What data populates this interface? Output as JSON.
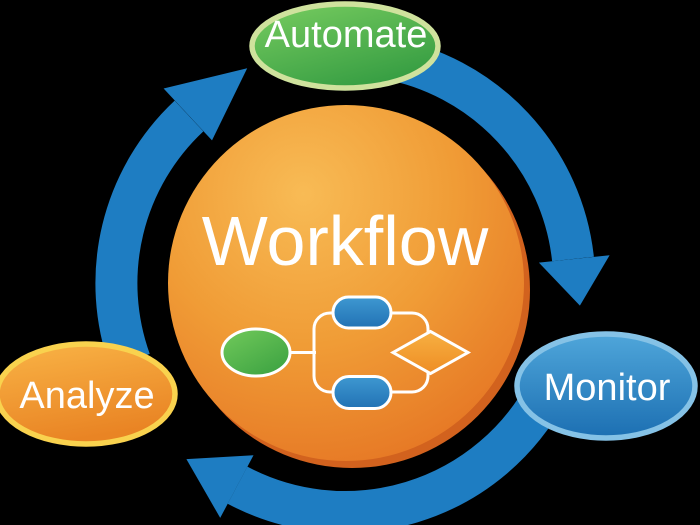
{
  "title": "Workflow",
  "cycle": {
    "direction": "clockwise",
    "steps": [
      {
        "label": "Automate",
        "position": "top",
        "shape": "ellipse",
        "fill_color": "#45a748",
        "border_color": "#cfe29d"
      },
      {
        "label": "Monitor",
        "position": "right",
        "shape": "ellipse",
        "fill_color": "#2377b9",
        "border_color": "#85c2e6"
      },
      {
        "label": "Analyze",
        "position": "bottom-left",
        "shape": "ellipse",
        "fill_color": "#f09c36",
        "border_color": "#f9d24e"
      }
    ]
  },
  "colors": {
    "background": "#000000",
    "arrow_blue": "#1e7dc2",
    "center_circle_light": "#f8bb55",
    "center_circle_dark": "#e2691e",
    "center_circle_shadow": "#d2621e",
    "text_white": "#ffffff",
    "flowchart_connector": "#ffffff"
  },
  "flowchart_icon": {
    "shapes": [
      "start-ellipse-green",
      "process-pill-blue-top",
      "process-pill-blue-bottom",
      "decision-diamond-orange"
    ]
  }
}
